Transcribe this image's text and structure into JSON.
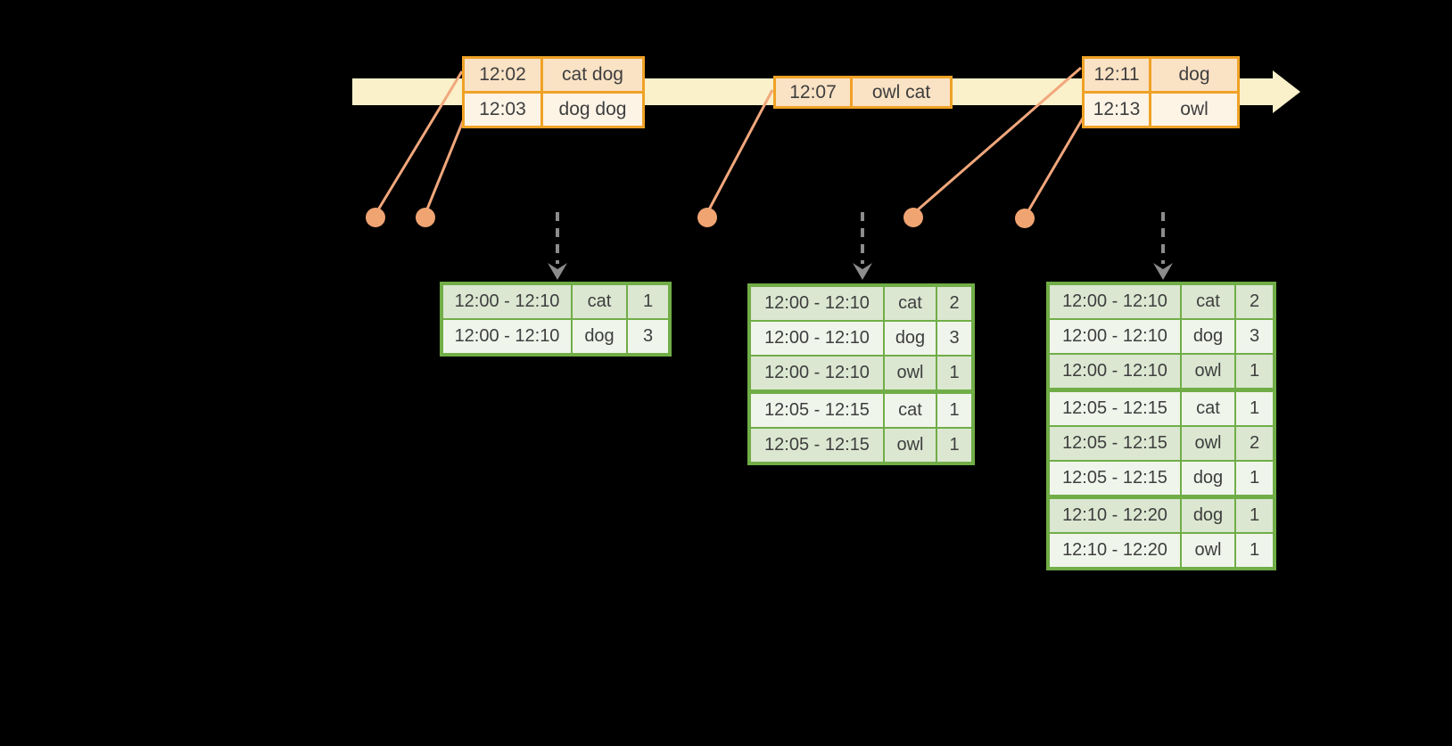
{
  "diagram_type": "streaming-windowed-word-count",
  "colors": {
    "background": "#000000",
    "timeline_fill": "#FAF0C9",
    "event_table_border": "#EFA226",
    "event_row_dark": "#FAE2C5",
    "event_row_light": "#FDF4E6",
    "connector_salmon": "#F1A77C",
    "dot_salmon": "#F0A472",
    "result_table_border": "#70AD47",
    "result_row_dark": "#DBE7D1",
    "result_row_light": "#F0F5EC",
    "dashed_arrow_gray": "#8C8C8C",
    "text": "#3E3E3E"
  },
  "event_tables": [
    {
      "rows": [
        {
          "time": "12:02",
          "words": "cat dog"
        },
        {
          "time": "12:03",
          "words": "dog dog"
        }
      ]
    },
    {
      "rows": [
        {
          "time": "12:07",
          "words": "owl cat"
        }
      ]
    },
    {
      "rows": [
        {
          "time": "12:11",
          "words": "dog"
        },
        {
          "time": "12:13",
          "words": "owl"
        }
      ]
    }
  ],
  "result_tables": [
    {
      "rows": [
        {
          "window": "12:00 - 12:10",
          "word": "cat",
          "count": "1"
        },
        {
          "window": "12:00 - 12:10",
          "word": "dog",
          "count": "3"
        }
      ]
    },
    {
      "rows": [
        {
          "window": "12:00 - 12:10",
          "word": "cat",
          "count": "2"
        },
        {
          "window": "12:00 - 12:10",
          "word": "dog",
          "count": "3"
        },
        {
          "window": "12:00 - 12:10",
          "word": "owl",
          "count": "1"
        },
        {
          "window": "12:05 - 12:15",
          "word": "cat",
          "count": "1"
        },
        {
          "window": "12:05 - 12:15",
          "word": "owl",
          "count": "1"
        }
      ]
    },
    {
      "rows": [
        {
          "window": "12:00 - 12:10",
          "word": "cat",
          "count": "2"
        },
        {
          "window": "12:00 - 12:10",
          "word": "dog",
          "count": "3"
        },
        {
          "window": "12:00 - 12:10",
          "word": "owl",
          "count": "1"
        },
        {
          "window": "12:05 - 12:15",
          "word": "cat",
          "count": "1"
        },
        {
          "window": "12:05 - 12:15",
          "word": "owl",
          "count": "2"
        },
        {
          "window": "12:05 - 12:15",
          "word": "dog",
          "count": "1"
        },
        {
          "window": "12:10 - 12:20",
          "word": "dog",
          "count": "1"
        },
        {
          "window": "12:10 - 12:20",
          "word": "owl",
          "count": "1"
        }
      ]
    }
  ]
}
